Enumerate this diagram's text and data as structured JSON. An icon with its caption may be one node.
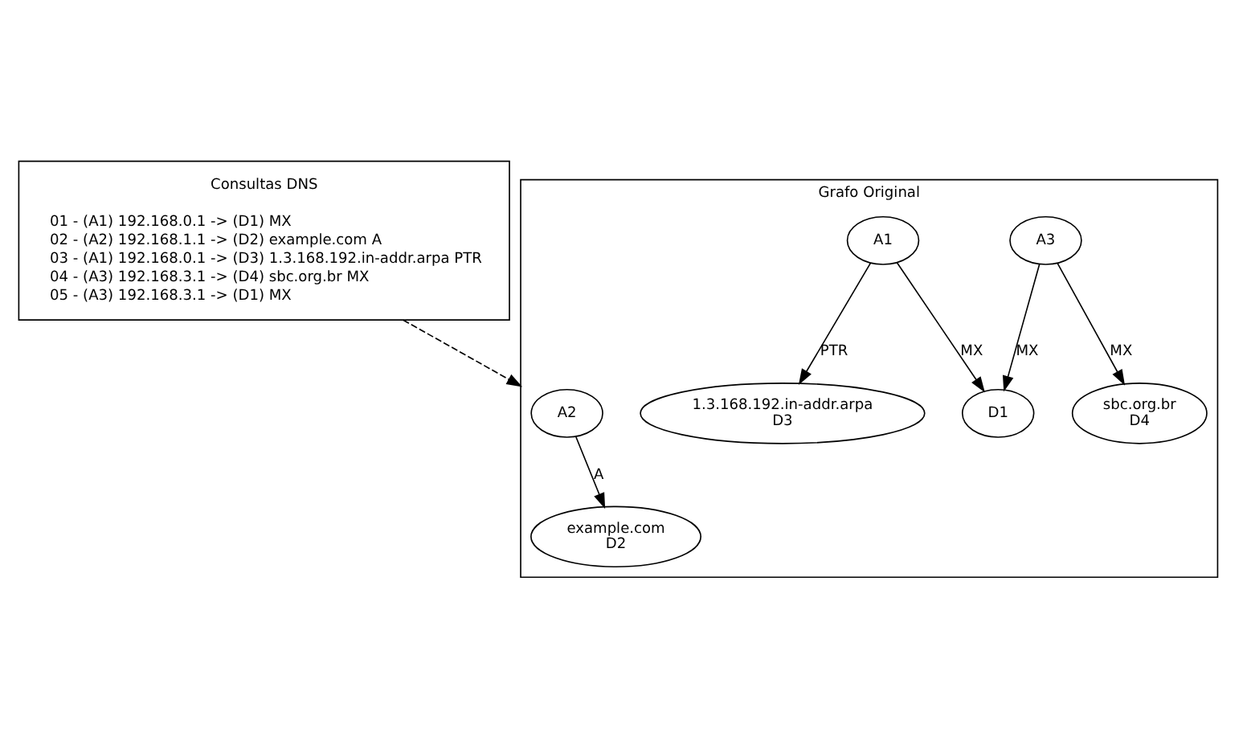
{
  "diagram": {
    "nodes": [
      {
        "text": [
          "Consultas DNS",
          "01 - (A1) 192.168.0.1 -> (D1) MX",
          "02 - (A2) 192.168.1.1 -> (D2) example.com A",
          "03 - (A1) 192.168.0.1 -> (D3) 1.3.168.192.in-addr.arpa PTR",
          "04 - (A3) 192.168.3.1 -> (D4) sbc.org.br MX",
          "05 - (A3) 192.168.3.1 -> (D1) MX"
        ]
      },
      {
        "text": [
          "Grafo Original"
        ]
      },
      {
        "text": [
          "A2"
        ],
        "in": 1
      },
      {
        "text": [
          "A3"
        ],
        "in": 1
      },
      {
        "text": [
          "A1"
        ],
        "in": 1
      },
      {
        "text": [
          "example.com",
          "D2"
        ],
        "in": 1
      },
      {
        "text": [
          "sbc.org.br",
          "D4"
        ],
        "in": 1
      },
      {
        "text": [
          "D1"
        ],
        "in": 1
      },
      {
        "text": [
          "1.3.168.192.in-addr.arpa",
          "D3"
        ],
        "in": 1
      }
    ],
    "edges": [
      {
        "from": 0,
        "to": 1,
        "arrow": "to",
        "style": "dashed"
      },
      {
        "from": 2,
        "to": 5,
        "arrow": "to",
        "label": "A"
      },
      {
        "from": 3,
        "to": 6,
        "arrow": "to",
        "label": "MX"
      },
      {
        "from": 3,
        "to": 7,
        "arrow": "to",
        "label": "MX"
      },
      {
        "from": 4,
        "to": 7,
        "arrow": "to",
        "label": "MX"
      },
      {
        "from": 4,
        "to": 8,
        "arrow": "to",
        "label": "PTR"
      }
    ]
  }
}
